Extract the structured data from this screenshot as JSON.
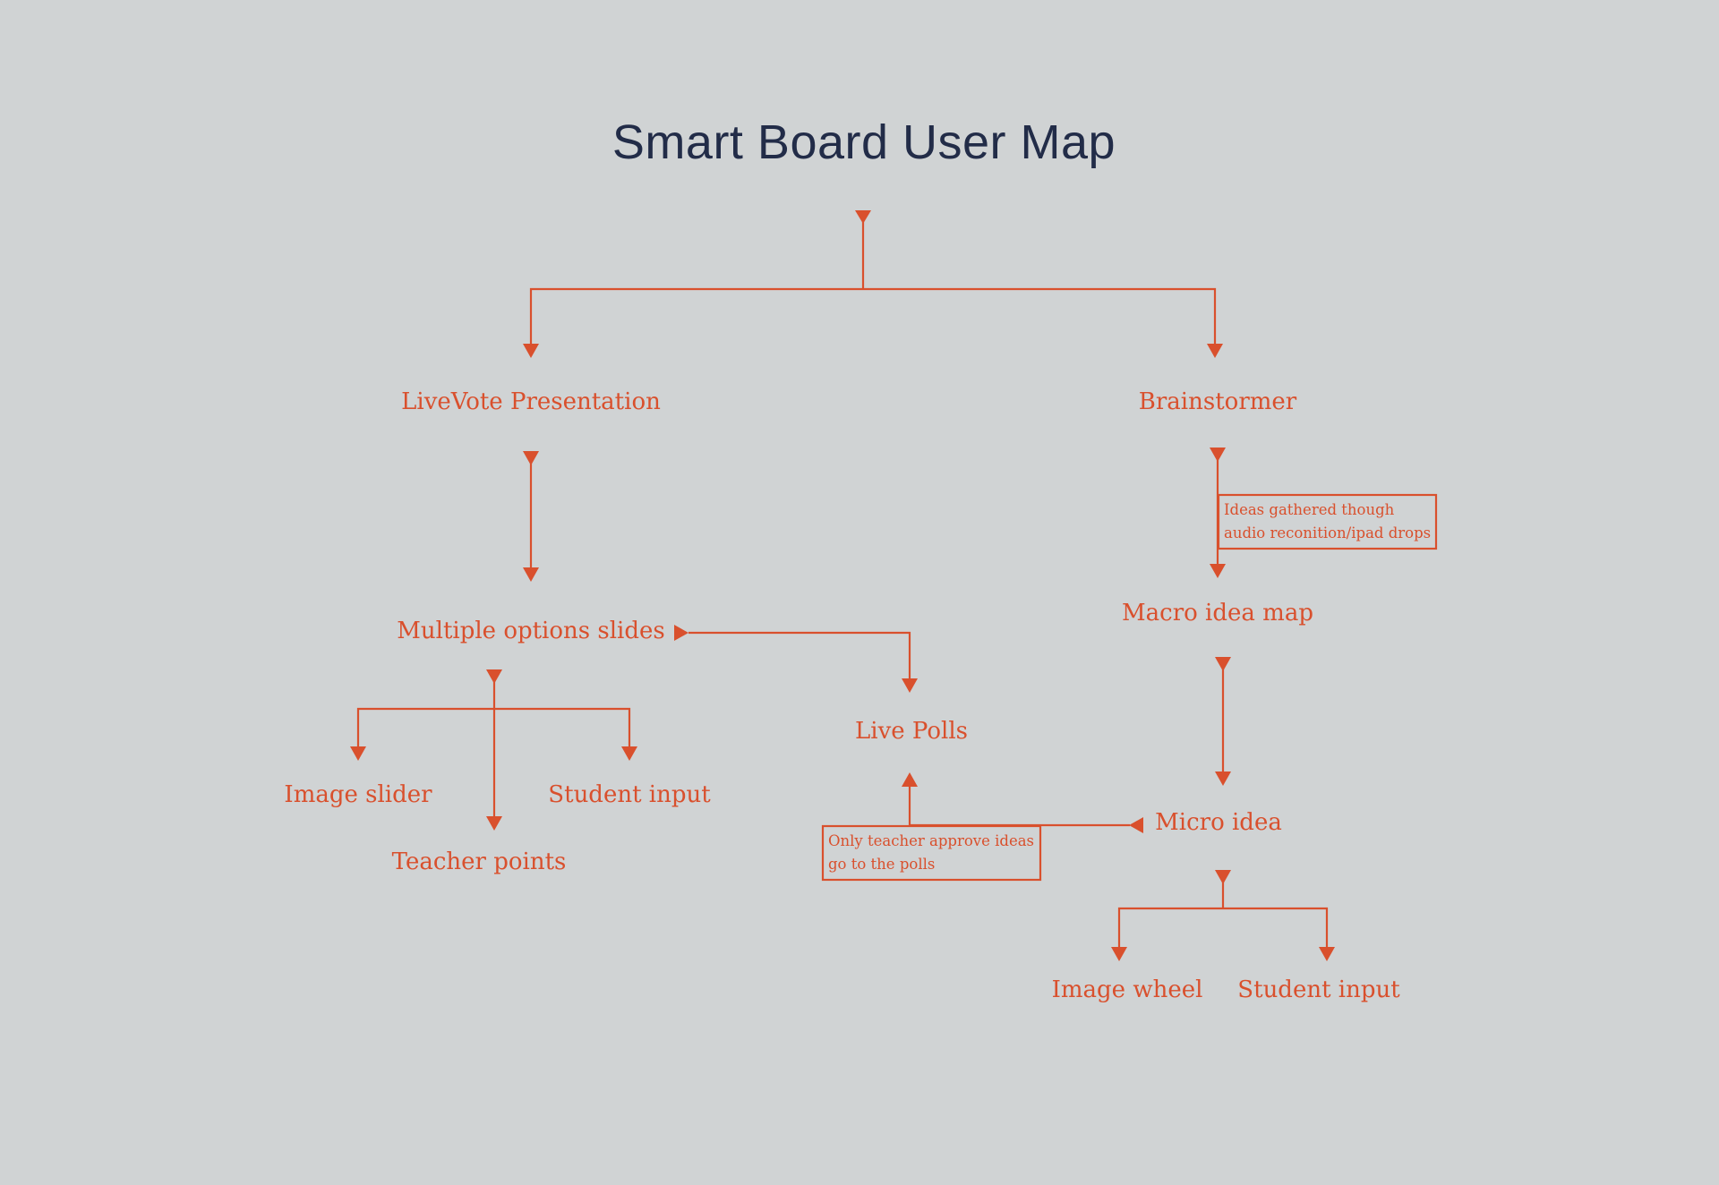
{
  "title": "Smart Board User Map",
  "colors": {
    "background": "#d0d3d4",
    "title": "#222c48",
    "accent": "#d9502d"
  },
  "nodes": {
    "livevote": "LiveVote Presentation",
    "brainstormer": "Brainstormer",
    "multiple_options": "Multiple options slides",
    "image_slider": "Image slider",
    "student_input_left": "Student input",
    "teacher_points": "Teacher points",
    "live_polls": "Live Polls",
    "macro_idea_map": "Macro idea map",
    "micro_idea": "Micro idea",
    "image_wheel": "Image wheel",
    "student_input_right": "Student input"
  },
  "notes": {
    "ideas_gathered": [
      "Ideas gathered though",
      "audio reconition/ipad drops"
    ],
    "teacher_approve": [
      "Only teacher approve ideas",
      "go to the polls"
    ]
  }
}
